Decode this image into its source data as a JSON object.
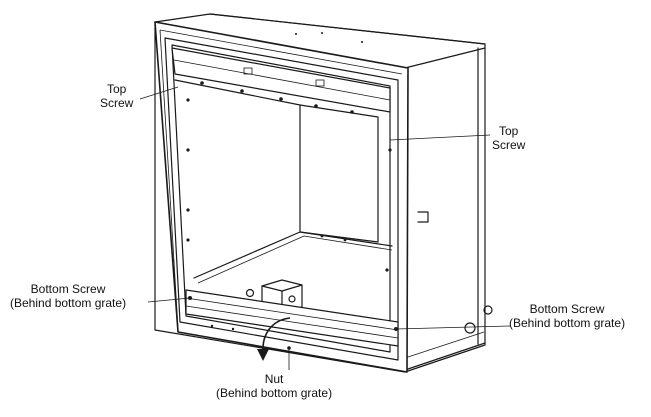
{
  "callouts": {
    "top_screw_left": {
      "line1": "Top",
      "line2": "Screw"
    },
    "top_screw_right": {
      "line1": "Top",
      "line2": "Screw"
    },
    "bottom_screw_left": {
      "line1": "Bottom Screw",
      "line2": "(Behind bottom grate)"
    },
    "bottom_screw_right": {
      "line1": "Bottom Screw",
      "line2": "(Behind bottom grate)"
    },
    "nut": {
      "line1": "Nut",
      "line2": "(Behind bottom grate)"
    }
  },
  "colors": {
    "line": "#1a1a1a",
    "background": "#ffffff"
  }
}
